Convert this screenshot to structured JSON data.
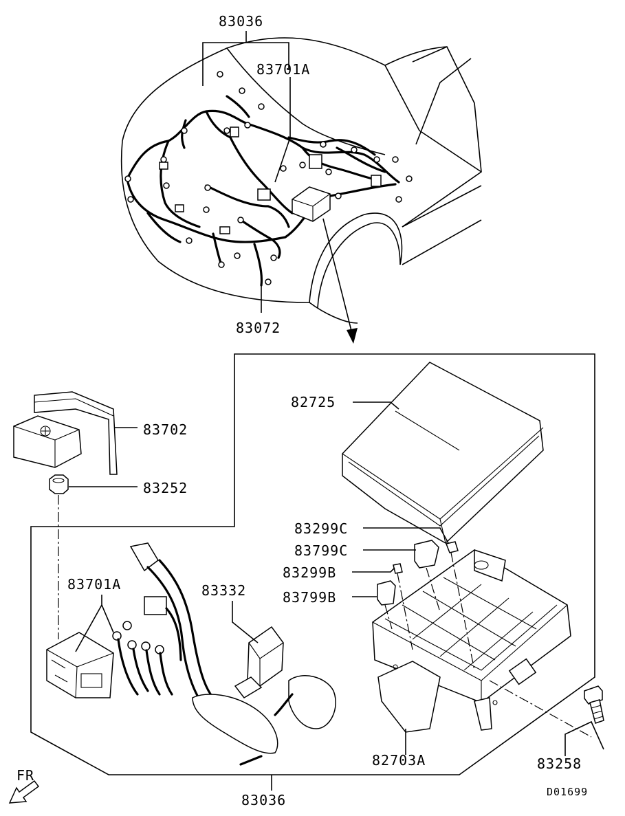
{
  "diagram": {
    "drawing_code": "D01699",
    "direction_label": "FR",
    "parts": [
      {
        "id": "p-83036-top",
        "code": "83036"
      },
      {
        "id": "p-83701a-top",
        "code": "83701A"
      },
      {
        "id": "p-83072",
        "code": "83072"
      },
      {
        "id": "p-82725",
        "code": "82725"
      },
      {
        "id": "p-83702",
        "code": "83702"
      },
      {
        "id": "p-83252",
        "code": "83252"
      },
      {
        "id": "p-83299c",
        "code": "83299C"
      },
      {
        "id": "p-83799c",
        "code": "83799C"
      },
      {
        "id": "p-83299b",
        "code": "83299B"
      },
      {
        "id": "p-83799b",
        "code": "83799B"
      },
      {
        "id": "p-83701a",
        "code": "83701A"
      },
      {
        "id": "p-83332",
        "code": "83332"
      },
      {
        "id": "p-82703a",
        "code": "82703A"
      },
      {
        "id": "p-83258",
        "code": "83258"
      },
      {
        "id": "p-83036-bottom",
        "code": "83036"
      }
    ]
  }
}
